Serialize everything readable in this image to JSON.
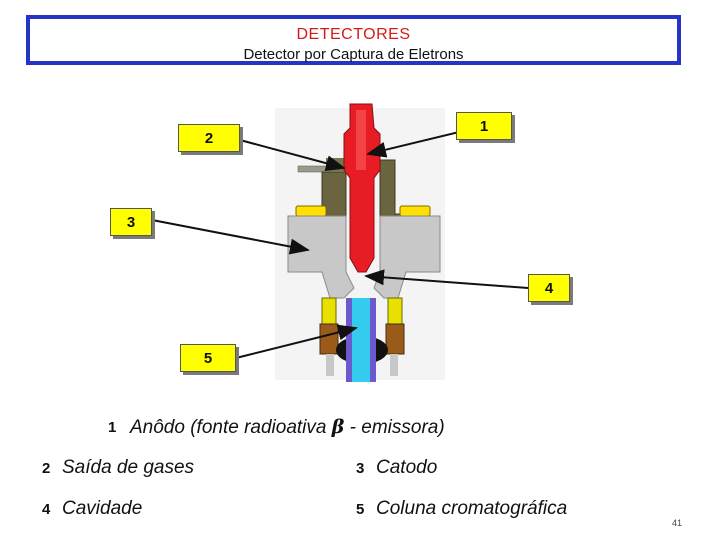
{
  "header": {
    "title": "DETECTORES",
    "subtitle": "Detector por Captura de Eletrons"
  },
  "callouts": [
    {
      "label": "1"
    },
    {
      "label": "2"
    },
    {
      "label": "3"
    },
    {
      "label": "4"
    },
    {
      "label": "5"
    }
  ],
  "legend": [
    {
      "num": "1",
      "text_before": "Anôdo (fonte radioativa ",
      "symbol": "β",
      "text_after": " - emissora)"
    },
    {
      "num": "2",
      "text": "Saída de gases"
    },
    {
      "num": "3",
      "text": "Catodo"
    },
    {
      "num": "4",
      "text": "Cavidade"
    },
    {
      "num": "5",
      "text": "Coluna cromatográfica"
    }
  ],
  "page_number": "41",
  "colors": {
    "title_border": "#2434c4",
    "title_text": "#d41a1a",
    "callout_fill": "#ffff00",
    "anode": "#e81c24",
    "cathode": "#6b6440",
    "cavity": "#c8c8c8",
    "column": "#33ccee",
    "gas_outlet_tip": "#ffe000"
  }
}
